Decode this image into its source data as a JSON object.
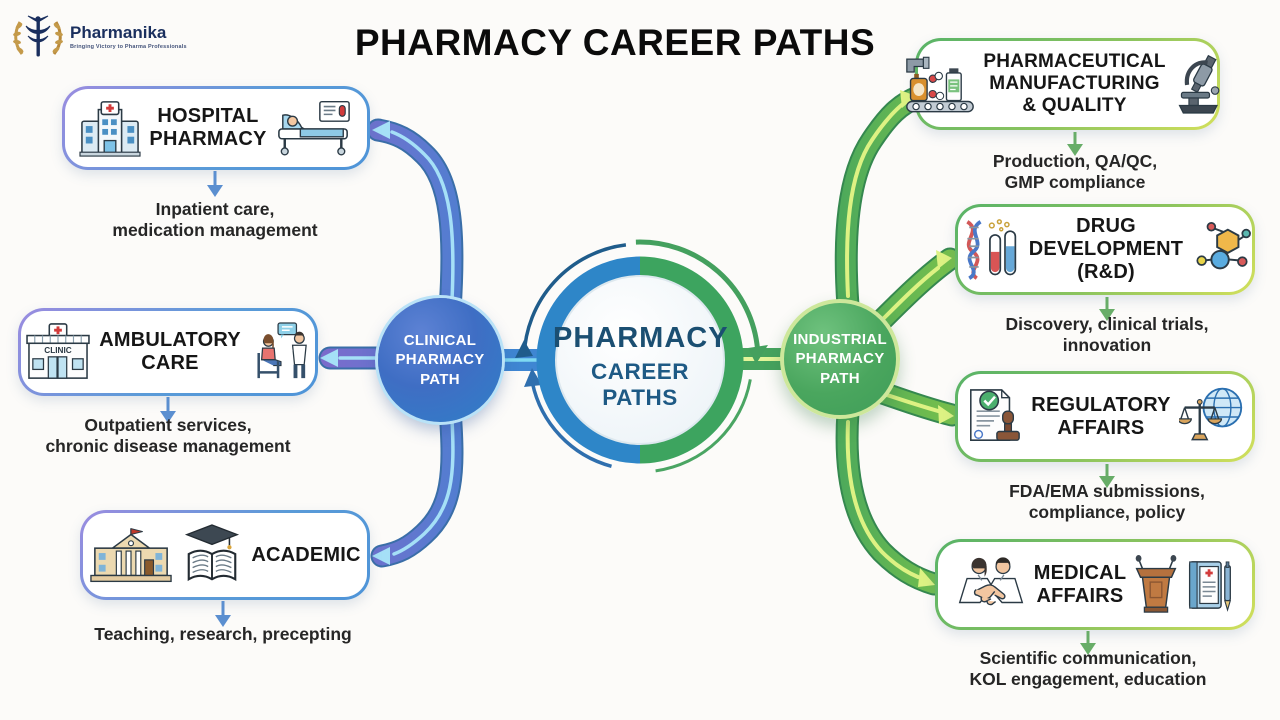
{
  "header": {
    "title": "PHARMACY CAREER PATHS"
  },
  "logo": {
    "name": "Pharmanika",
    "tagline": "Bringing Victory to Pharma Professionals"
  },
  "hub": {
    "line1": "PHARMACY",
    "line2": "CAREER PATHS"
  },
  "clinical": {
    "hub_label": "CLINICAL\nPHARMACY\nPATH",
    "branches": [
      {
        "title": "HOSPITAL\nPHARMACY",
        "desc": "Inpatient care,\nmedication management"
      },
      {
        "title": "AMBULATORY\nCARE",
        "desc": "Outpatient services,\nchronic disease management"
      },
      {
        "title": "ACADEMIC",
        "desc": "Teaching, research, precepting"
      }
    ]
  },
  "industrial": {
    "hub_label": "INDUSTRIAL\nPHARMACY\nPATH",
    "branches": [
      {
        "title": "PHARMACEUTICAL\nMANUFACTURING\n& QUALITY",
        "desc": "Production, QA/QC,\nGMP compliance"
      },
      {
        "title": "DRUG\nDEVELOPMENT\n(R&D)",
        "desc": "Discovery, clinical trials,\ninnovation"
      },
      {
        "title": "REGULATORY\nAFFAIRS",
        "desc": "FDA/EMA submissions,\ncompliance, policy"
      },
      {
        "title": "MEDICAL\nAFFAIRS",
        "desc": "Scientific communication,\nKOL engagement, education"
      }
    ]
  },
  "icons": {
    "logo-icon": "laurel wreath with caduceus",
    "hospital-building-icon": "hospital with red cross sign",
    "hospital-bed-icon": "patient in hospital bed with chart",
    "clinic-icon": "clinic storefront",
    "doctor-patient-icon": "doctor consulting seated patient",
    "university-icon": "university building with flag",
    "book-gradcap-icon": "open book with graduation cap",
    "conveyor-icon": "medicine bottles on conveyor belt",
    "microscope-icon": "microscope",
    "dna-testtubes-icon": "DNA helix with test tubes",
    "molecule-icon": "molecule structure",
    "document-stamp-icon": "approved document with stamp",
    "globe-scales-icon": "globe with scales of justice",
    "handshake-icon": "two professionals shaking hands",
    "podium-icon": "speaker podium with microphones",
    "medical-book-pen-icon": "medical book with pen"
  },
  "colors": {
    "clinical_blue": "#2e86c8",
    "industrial_green": "#3da45f",
    "hub_text": "#1b4f72",
    "box_border_blue": "#5a9bd8",
    "box_border_green": "#8cc45e"
  }
}
